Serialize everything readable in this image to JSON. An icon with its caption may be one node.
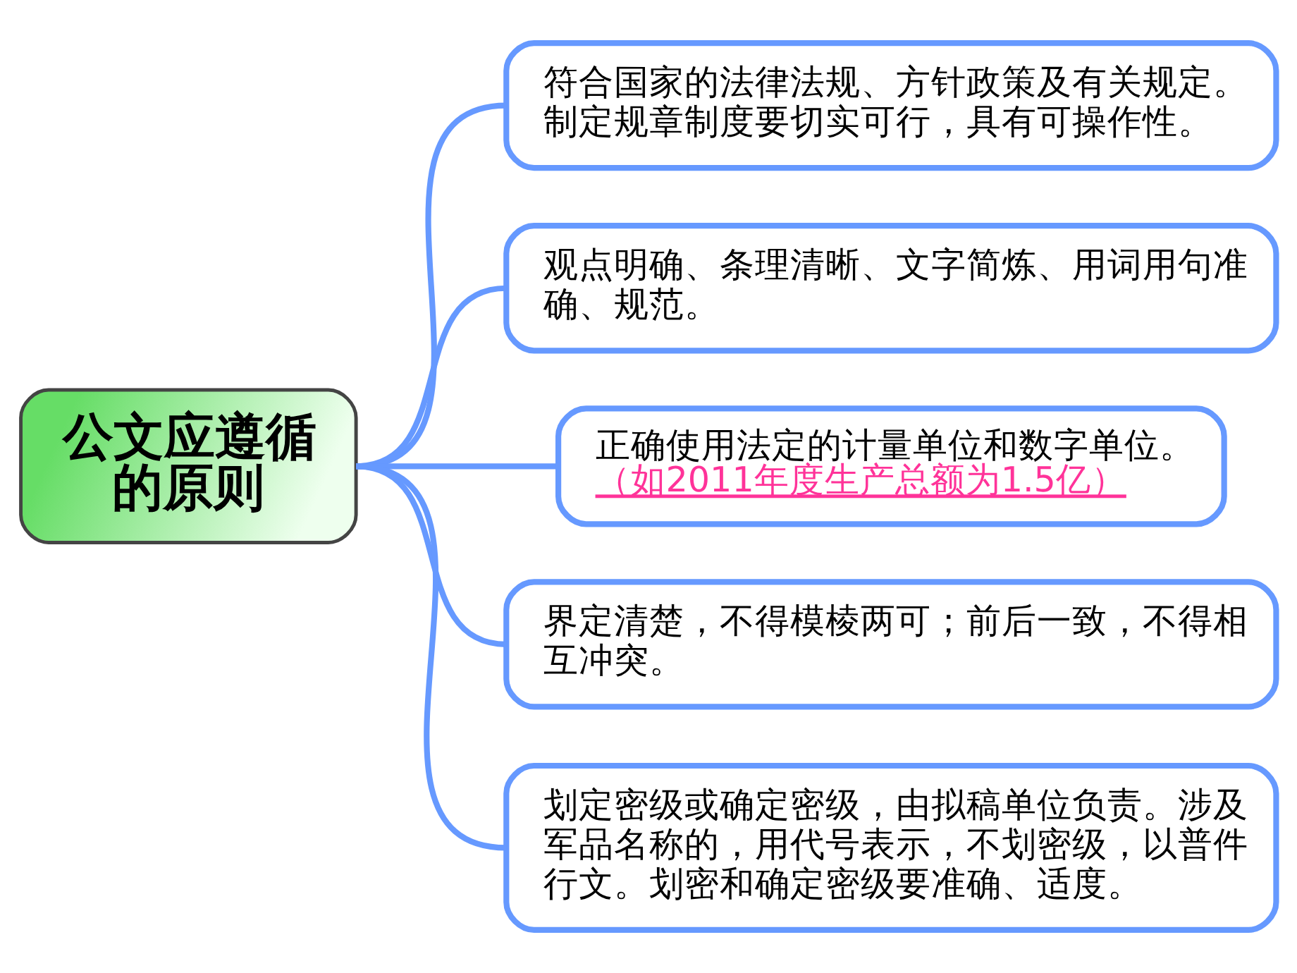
{
  "diagram": {
    "nodes": [
      {
        "text": [
          "公文应遵循的原则"
        ]
      },
      {
        "text": [
          "符合国家的法律法规、方针政策及有关规定。",
          "制定规章制度要切实可行，具有可操作性。"
        ]
      },
      {
        "text": [
          "观点明确、条理清晰、文字简炼、用词用句准确、规范。"
        ]
      },
      {
        "text": [
          "正确使用法定的计量单位和数字单位。",
          "（如2011年度生产总额为1.5亿）"
        ]
      },
      {
        "text": [
          "界定清楚，不得模棱两可；前后一致，不得相互冲突。"
        ]
      },
      {
        "text": [
          "划定密级或确定密级，由拟稿单位负责。涉及军品名称的，用代号表示，不划密级，以普件行文。划密和确定密级要准确、适度。"
        ]
      }
    ],
    "edges": [
      {
        "from": 0,
        "to": 1,
        "arrow": "none"
      },
      {
        "from": 0,
        "to": 2,
        "arrow": "none"
      },
      {
        "from": 0,
        "to": 3,
        "arrow": "none"
      },
      {
        "from": 0,
        "to": 4,
        "arrow": "none"
      },
      {
        "from": 0,
        "to": 5,
        "arrow": "none"
      }
    ]
  }
}
